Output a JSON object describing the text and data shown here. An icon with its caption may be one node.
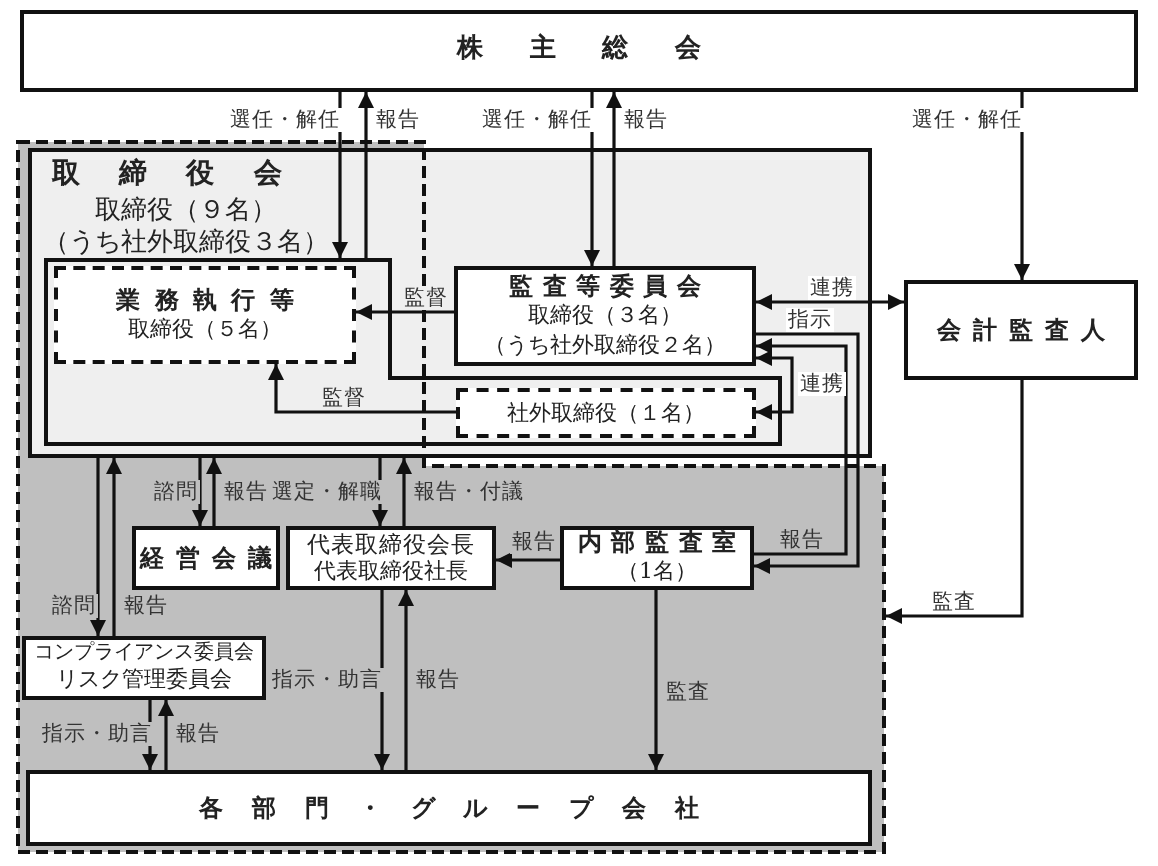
{
  "diagram": {
    "nodes": [
      {
        "text": [
          "株主総会"
        ]
      },
      {
        "text": [],
        "shape": "box"
      },
      {
        "text": [
          "取締役会",
          "取締役（９名）",
          "（うち社外取締役３名）"
        ]
      },
      {
        "text": [],
        "shape": "box",
        "in": 2
      },
      {
        "text": [
          "業務執行等",
          "取締役（５名）"
        ],
        "in": 3
      },
      {
        "text": [
          "監査等委員会",
          "取締役（３名）",
          "（うち社外取締役２名）"
        ],
        "in": 2
      },
      {
        "text": [
          "社外取締役（１名）"
        ],
        "in": 3
      },
      {
        "text": [
          "会計監査人"
        ]
      },
      {
        "text": [
          "経営会議"
        ],
        "in": 1
      },
      {
        "text": [
          "代表取締役会長",
          "代表取締役社長"
        ],
        "in": 1
      },
      {
        "text": [
          "内部監査室",
          "（1名）"
        ],
        "in": 1
      },
      {
        "text": [
          "コンプライアンス委員会",
          "リスク管理委員会"
        ],
        "in": 1
      },
      {
        "text": [
          "各部門・グループ会社"
        ],
        "in": 1
      }
    ],
    "edges": [
      {
        "from": 0,
        "to": 3,
        "arrow": "to",
        "label": "選任・解任"
      },
      {
        "from": 3,
        "to": 0,
        "arrow": "to",
        "label": "報告"
      },
      {
        "from": 0,
        "to": 5,
        "arrow": "to",
        "label": "選任・解任"
      },
      {
        "from": 5,
        "to": 0,
        "arrow": "to",
        "label": "報告"
      },
      {
        "from": 0,
        "to": 7,
        "arrow": "to",
        "label": "選任・解任"
      },
      {
        "from": 5,
        "to": 4,
        "arrow": "to",
        "label": "監督"
      },
      {
        "from": 6,
        "to": 4,
        "arrow": "to",
        "label": "監督"
      },
      {
        "from": 5,
        "to": 7,
        "arrow": "both",
        "label": "連携"
      },
      {
        "from": 5,
        "to": 10,
        "arrow": "to",
        "label": "指示"
      },
      {
        "from": 10,
        "to": 5,
        "arrow": "to",
        "label": "報告"
      },
      {
        "from": 5,
        "to": 6,
        "arrow": "both",
        "label": "連携"
      },
      {
        "from": 7,
        "to": 1,
        "arrow": "to",
        "label": "監査"
      },
      {
        "from": 2,
        "to": 11,
        "arrow": "to",
        "label": "諮問"
      },
      {
        "from": 11,
        "to": 2,
        "arrow": "to",
        "label": "報告"
      },
      {
        "from": 2,
        "to": 8,
        "arrow": "to",
        "label": "諮問"
      },
      {
        "from": 8,
        "to": 2,
        "arrow": "to",
        "label": "報告"
      },
      {
        "from": 2,
        "to": 9,
        "arrow": "to",
        "label": "選定・解職"
      },
      {
        "from": 9,
        "to": 2,
        "arrow": "to",
        "label": "報告・付議"
      },
      {
        "from": 10,
        "to": 9,
        "arrow": "to",
        "label": "報告"
      },
      {
        "from": 11,
        "to": 12,
        "arrow": "to",
        "label": "指示・助言"
      },
      {
        "from": 12,
        "to": 11,
        "arrow": "to",
        "label": "報告"
      },
      {
        "from": 9,
        "to": 12,
        "arrow": "to",
        "label": "指示・助言"
      },
      {
        "from": 12,
        "to": 9,
        "arrow": "to",
        "label": "報告"
      },
      {
        "from": 10,
        "to": 12,
        "arrow": "to",
        "label": "監査"
      }
    ]
  }
}
